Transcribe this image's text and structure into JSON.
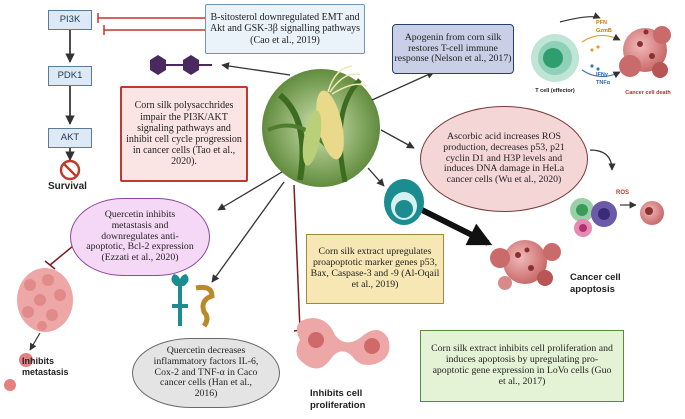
{
  "pathway": {
    "pi3k": "PI3K",
    "pdk1": "PDK1",
    "akt": "AKT",
    "survival": "Survival"
  },
  "boxes": {
    "sitosterol": "B-sitosterol downregulated EMT and Akt and GSK-3β signalling pathways (Cao et al., 2019)",
    "apogenin": "Apogenin from corn silk restores T-cell immune response (Nelson et al., 2017)",
    "polysaccharides": "Corn silk polysacchrides impair the PI3K/AKT signaling pathways and inhibit cell cycle progression in cancer cells (Tao et al., 2020).",
    "ascorbic": "Ascorbic acid increases ROS production, decreases p53, p21 cyclin D1 and H3P levels and induces DNA damage in HeLa cancer cells (Wu et al., 2020)",
    "quercetin_metastasis": "Quercetin inhibits metastasis and downregulates anti-apoptotic, Bcl-2 expression (Ezzati et al., 2020)",
    "proapoptotic": "Corn silk extract upregulates proapoptotic marker genes p53, Bax, Caspase-3 and -9 (Al-Oqail et al., 2019)",
    "quercetin_inflammatory": "Quercetin decreases inflammatory factors IL-6, Cox-2 and TNF-α in Caco cancer cells (Han et al., 2016)",
    "lovo": "Corn silk extract inhibits cell proliferation and induces apoptosis by upregulating pro-apoptotic gene expression in LoVo cells (Guo et al., 2017)"
  },
  "labels": {
    "tcell": "T cell (effector)",
    "cancer_death": "Cancer cell death",
    "pfn": "PFN",
    "gzmb": "GzmB",
    "ifng": "IFNγ",
    "tnfa": "TNFα",
    "ros": "ROS",
    "apoptosis": "Cancer cell apoptosis",
    "inhibits_metastasis": "Inhibits metastasis",
    "inhibits_proliferation": "Inhibits cell proliferation"
  },
  "colors": {
    "pathway_fill": "#dde9f4",
    "inhibit_red": "#c0392b",
    "arrow_dark": "#333333",
    "cancer_pink": "#d98a8a",
    "teal": "#1b8c8f"
  },
  "icons": [
    "corn-plant-icon",
    "polysaccharide-icon",
    "receptor-icon",
    "tcell-icon",
    "cancer-cell-icon",
    "no-symbol-icon"
  ]
}
